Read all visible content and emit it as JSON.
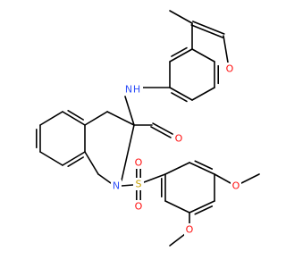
{
  "molecule": {
    "colors": {
      "carbon": "#000000",
      "oxygen": "#ff0d0d",
      "nitrogen": "#3050f8",
      "sulfur": "#c8a000"
    },
    "atom_labels": {
      "o_acetyl": "O",
      "nh": "N",
      "h_amide": "H",
      "o_amide": "O",
      "n_ring": "N",
      "s": "S",
      "o_s1": "O",
      "o_s2": "O",
      "o_methoxy1": "O",
      "o_methoxy2": "O"
    }
  }
}
